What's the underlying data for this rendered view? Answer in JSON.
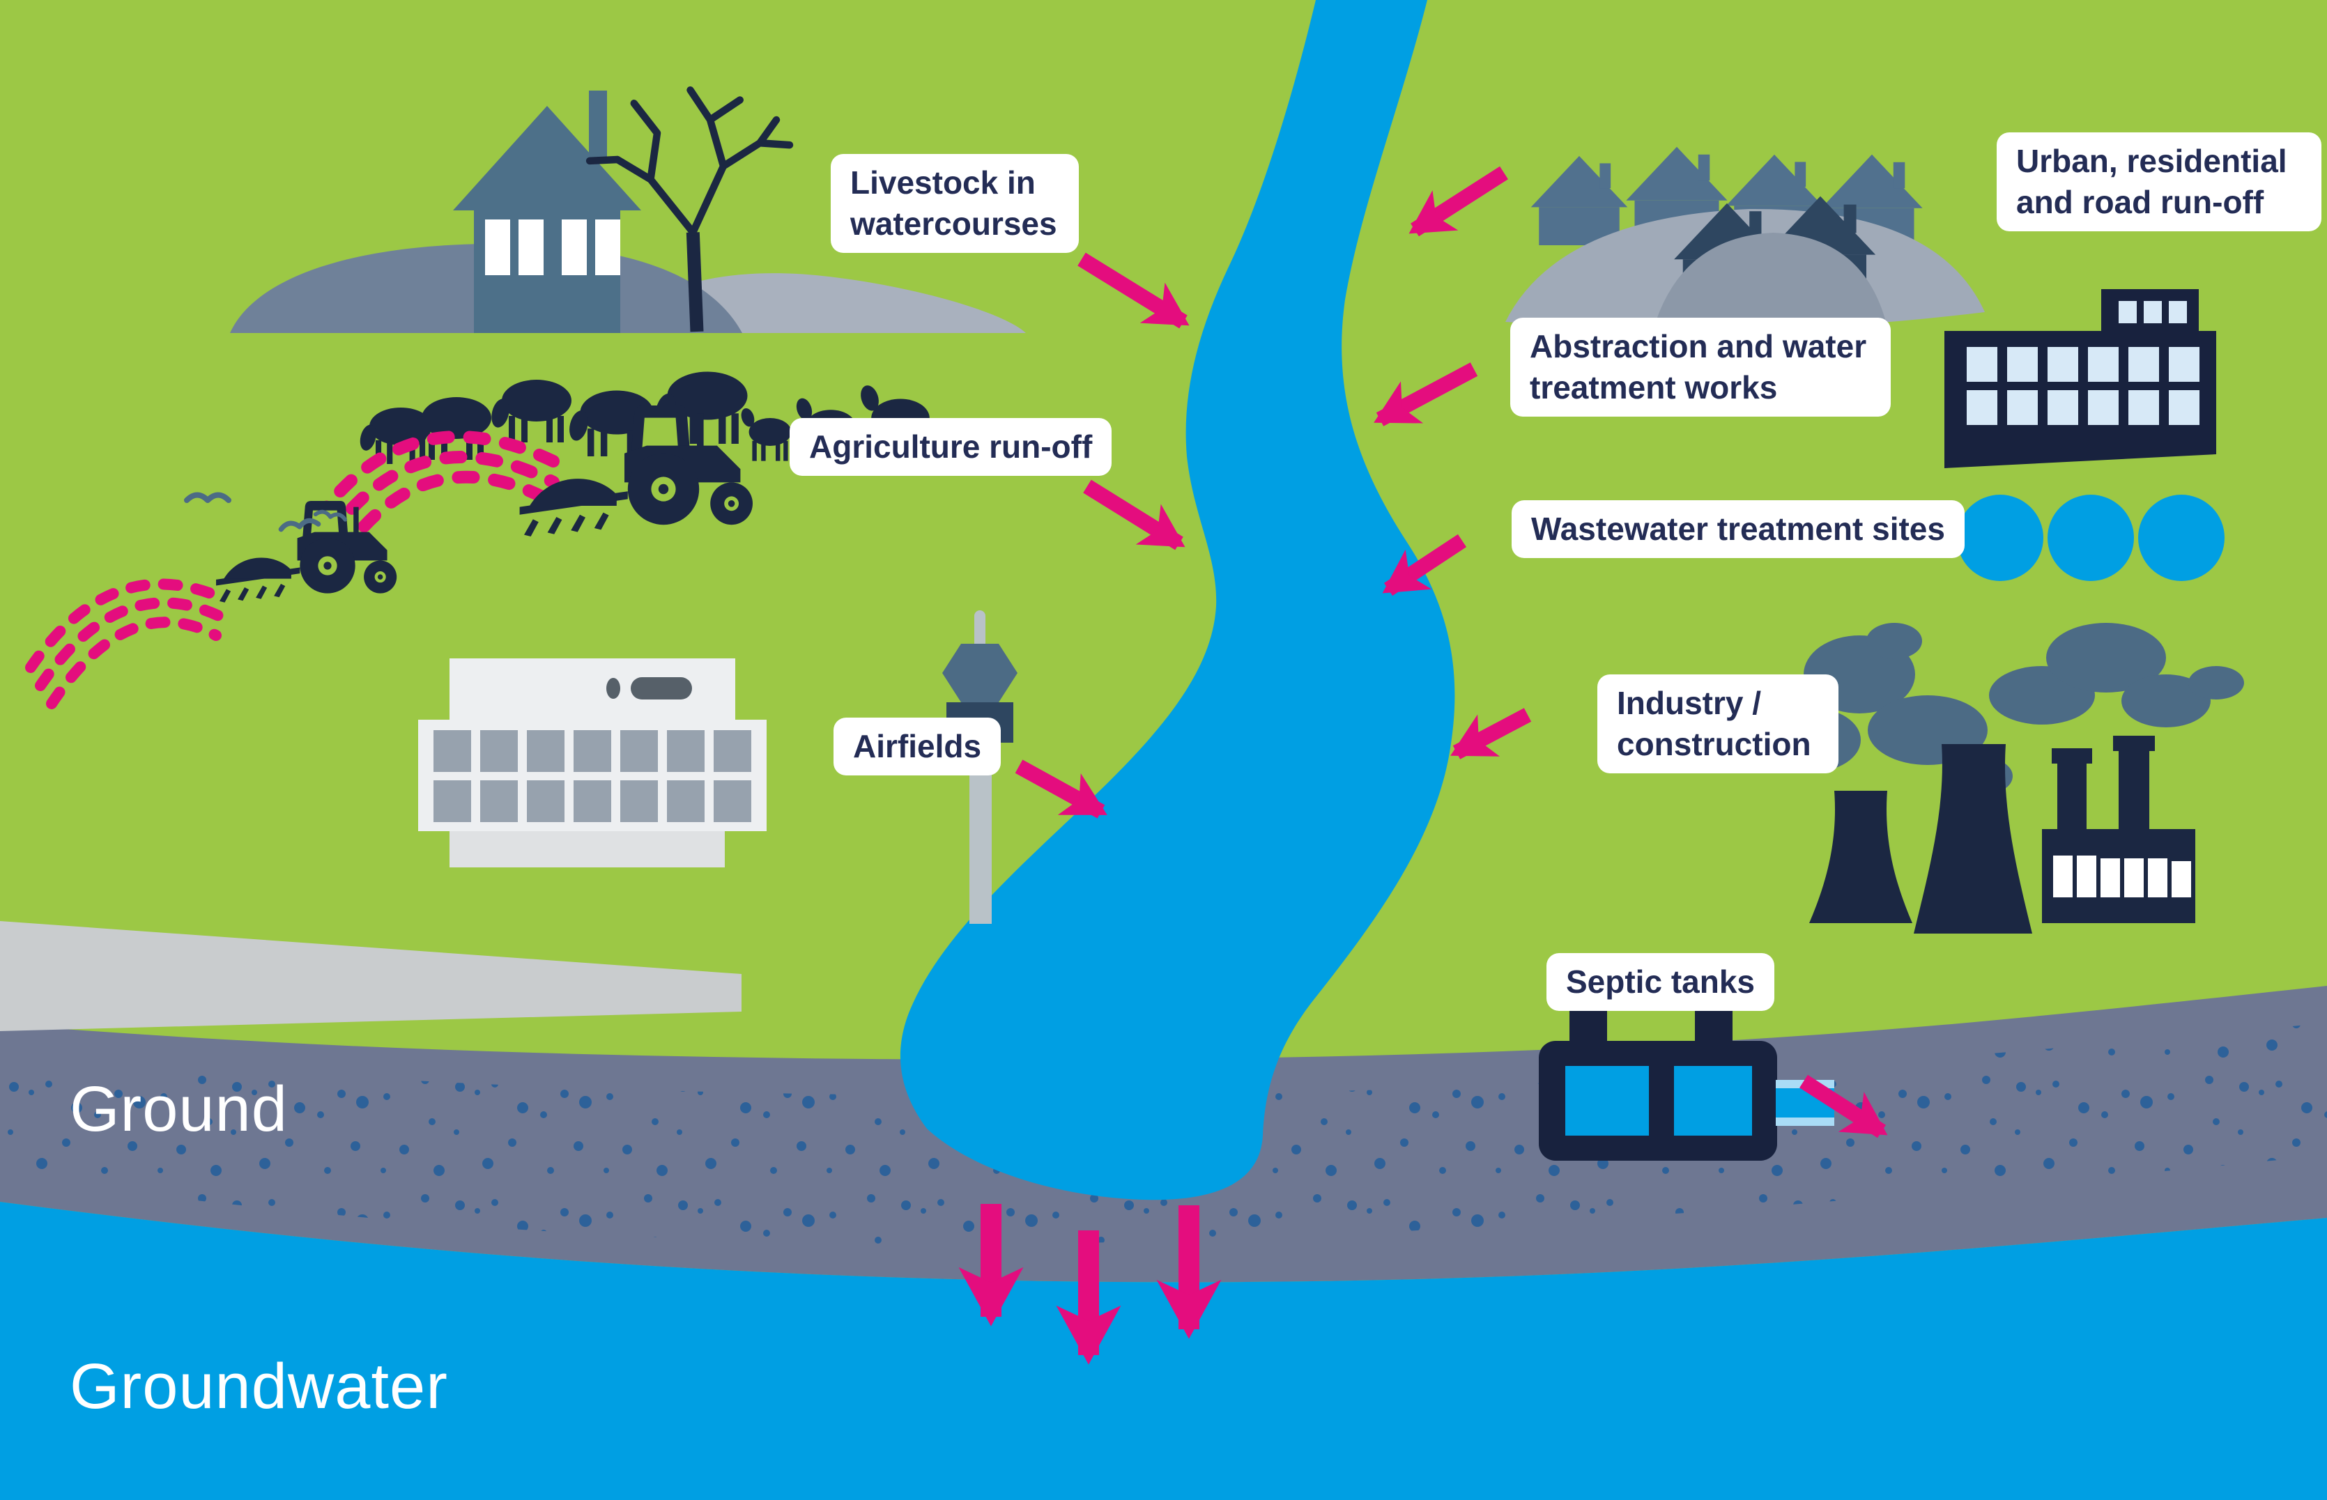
{
  "labels": {
    "livestock": "Livestock in watercourses",
    "agriculture": "Agriculture run-off",
    "airfields": "Airfields",
    "urban": "Urban, residential and road run-off",
    "abstraction": "Abstraction and water treatment works",
    "wastewater": "Wastewater treatment sites",
    "industry": "Industry / construction",
    "septic": "Septic tanks",
    "ground": "Ground",
    "groundwater": "Groundwater"
  },
  "icons": [
    "river-icon",
    "farm-hills-icon",
    "farmhouse-icon",
    "tree-icon",
    "sheep-flock-icon",
    "tractor-icon",
    "slurry-spray-icon",
    "birds-icon",
    "control-tower-icon",
    "terminal-building-icon",
    "runway-icon",
    "village-houses-icon",
    "water-treatment-building-icon",
    "settling-tanks-icon",
    "power-station-icon",
    "smoke-icon",
    "septic-tank-icon",
    "runoff-arrow-icon",
    "infiltration-arrow-icon"
  ],
  "colors": {
    "green": "#9CC845",
    "river": "#009FE3",
    "ground": "#6E7792",
    "speckle": "#2D6199",
    "navy": "#1B2742",
    "navydark": "#18223E",
    "slate": "#4C6B85",
    "slatehouse": "#51718E",
    "navyhouse": "#2E4660",
    "hilldark": "#6F8199",
    "hilllight": "#A9B1BE",
    "hillvillage": "#A0AAB8",
    "moundvillage": "#8C98A8",
    "housewall": "#4D7089",
    "pink": "#E40D7E",
    "labeltext": "#232C55",
    "white": "#FFFFFF",
    "lightgray": "#EDEFF1",
    "basegray": "#DFE1E3",
    "midgray": "#C9CCCE",
    "windowgray": "#97A2AE",
    "windowblue": "#D7E9F7",
    "palestripe": "#A9DCF6",
    "towergray": "#B9C2C8",
    "darkgray": "#566069"
  }
}
